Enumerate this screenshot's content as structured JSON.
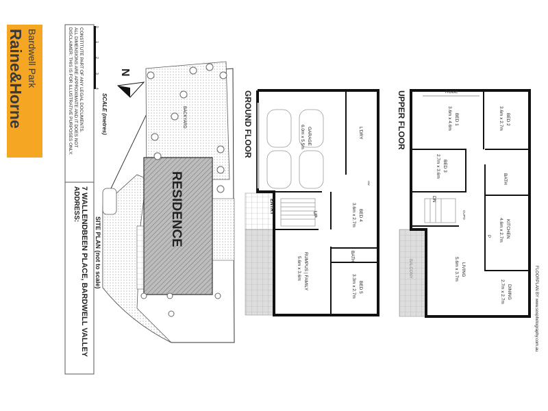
{
  "logo": {
    "brand": "Raine&Horne",
    "office": "Bardwell Park",
    "color": "#F5A623"
  },
  "disclaimer": {
    "line1": "DISCLAIMER: THIS IS FOR ILLUSTRATIVE PURPOSES ONLY.",
    "line2": "ALL DIMENSIONS ARE APPROXIMATE AND IT DOES NOT",
    "line3": "CONSTITUTE PART OF ANY LEGAL DOCUMENTS."
  },
  "address": {
    "label": "ADDRESS:",
    "value": "7 WALLENDBEEN PLACE, BARDWELL VALLEY"
  },
  "scale": {
    "title": "SCALE (metres)",
    "ticks": [
      "0",
      "1",
      "2",
      "3",
      "4"
    ]
  },
  "site_plan": {
    "title": "SITE PLAN (not to scale)",
    "backyard": "BACKYARD",
    "residence": "RESIDENCE",
    "north": "N"
  },
  "ground_floor": {
    "title": "GROUND FLOOR",
    "rooms": [
      {
        "name": "GARAGE",
        "size": "6.0m x 5.5m"
      },
      {
        "name": "L'DRY",
        "size": ""
      },
      {
        "name": "ENTRY",
        "size": ""
      },
      {
        "name": "BED 4",
        "size": "3.6m x 2.7m"
      },
      {
        "name": "BATH",
        "size": ""
      },
      {
        "name": "RUMPUS | FAMILY",
        "size": "5.6m x 3.6m"
      },
      {
        "name": "BED 5",
        "size": "3.3m x 2.7m"
      }
    ],
    "stairs": "UP",
    "hw": "HW"
  },
  "upper_floor": {
    "title": "UPPER FLOOR",
    "rooms": [
      {
        "name": "BED 1",
        "size": "3.6m x 4.6m"
      },
      {
        "name": "BED 2",
        "size": "3.6m x 2.7m"
      },
      {
        "name": "BED 3",
        "size": "2.7m x 3.6m"
      },
      {
        "name": "BATH",
        "size": ""
      },
      {
        "name": "KITCHEN",
        "size": "4.6m x 2.7m"
      },
      {
        "name": "LIVING",
        "size": "5.6m x 3.7m"
      },
      {
        "name": "DINING",
        "size": "2.7m x 2.7m"
      },
      {
        "name": "BALCONY",
        "size": ""
      }
    ],
    "robe": "ROBE",
    "stairs": "DN",
    "cupboard": "CUP'D",
    "pantry": "P"
  },
  "footer": "FLOORPLAN BY www.sosphotography.com.au"
}
